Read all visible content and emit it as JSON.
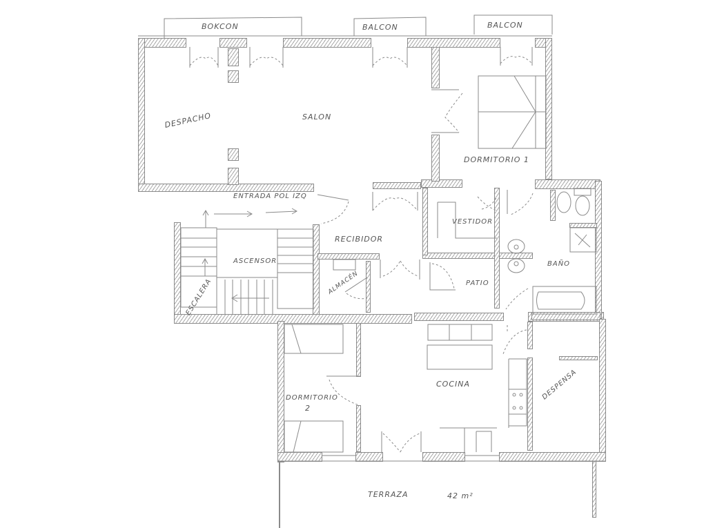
{
  "drawing": {
    "type": "hand-drawn floor plan sketch",
    "stroke_color": "#8a8a8a",
    "text_color": "#555555",
    "background": "#ffffff"
  },
  "rooms": {
    "balcony_left": "BOKCON",
    "balcony_center": "BALCON",
    "balcony_right": "BALCON",
    "despacho": "DESPACHO",
    "salon": "SALON",
    "dormitorio1": "DORMITORIO 1",
    "entrada": "ENTRADA POL IZQ",
    "recibidor": "RECIBIDOR",
    "vestidor": "VESTIDOR",
    "bano": "BAÑO",
    "ascensor": "ASCENSOR",
    "escalera": "ESCALERA",
    "almacen": "ALMACÉN",
    "patio": "PATIO",
    "dormitorio2_line1": "DORMITORIO",
    "dormitorio2_line2": "2",
    "cocina": "COCINA",
    "despensa": "DESPENSA",
    "terraza": "TERRAZA",
    "terraza_area": "42 m²"
  }
}
